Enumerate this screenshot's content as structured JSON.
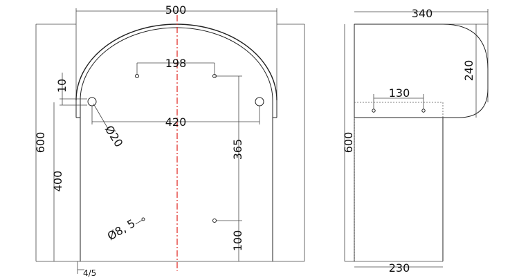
{
  "front_view": {
    "width_label": "500",
    "height_label": "600",
    "hinge_offset_label": "10",
    "mount_height_label": "400",
    "hole_diameter_label": "Ø20",
    "hole_spacing_label": "420",
    "top_hole_spacing_label": "198",
    "hole_vertical_label": "365",
    "bottom_hole_label": "100",
    "small_hole_label": "Ø8, 5",
    "thickness_label": "4/5"
  },
  "side_view": {
    "depth_top_label": "340",
    "arch_height_label": "240",
    "height_label": "600",
    "hole_spacing_label": "130",
    "depth_bottom_label": "230"
  },
  "colors": {
    "line": "#222222",
    "centerline": "#e0201a"
  }
}
